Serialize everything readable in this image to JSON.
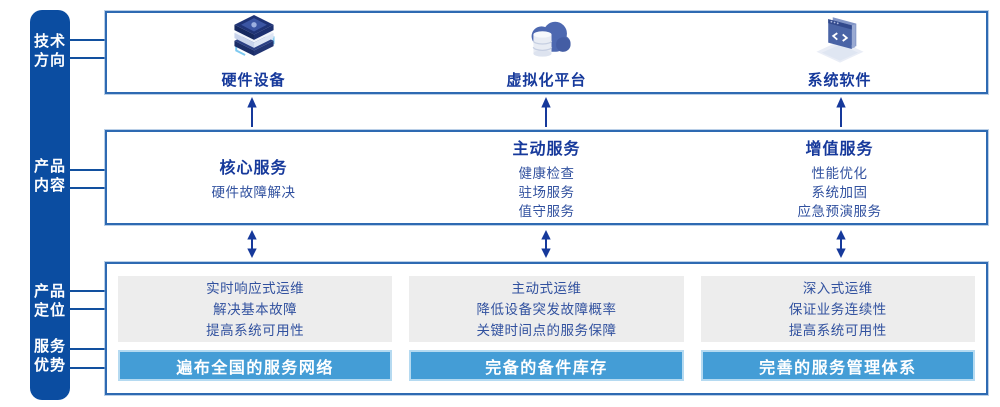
{
  "colors": {
    "sidebar_blue": "#0b4da1",
    "panel_border_blue": "#2e6ab2",
    "heading_navy": "#16399b",
    "body_navy": "#31519f",
    "panel_gray": "#ededed",
    "advantage_bar_blue": "#449dd6",
    "advantage_bar_border": "#b5daf1",
    "arrow_navy": "#16399b"
  },
  "sidebar": {
    "items": [
      {
        "lines": [
          "技术",
          "方向"
        ]
      },
      {
        "lines": [
          "产品",
          "内容"
        ]
      },
      {
        "lines": [
          "产品",
          "定位"
        ]
      },
      {
        "lines": [
          "服务",
          "优势"
        ]
      }
    ]
  },
  "tech_row": {
    "columns": [
      {
        "icon": "server-stack-icon",
        "label": "硬件设备"
      },
      {
        "icon": "cloud-database-icon",
        "label": "虚拟化平台"
      },
      {
        "icon": "code-window-icon",
        "label": "系统软件"
      }
    ]
  },
  "content_row": {
    "columns": [
      {
        "title": "核心服务",
        "items": [
          "硬件故障解决"
        ]
      },
      {
        "title": "主动服务",
        "items": [
          "健康检查",
          "驻场服务",
          "值守服务"
        ]
      },
      {
        "title": "增值服务",
        "items": [
          "性能优化",
          "系统加固",
          "应急预演服务"
        ]
      }
    ]
  },
  "bottom_row": {
    "columns": [
      {
        "positioning_lines": [
          "实时响应式运维",
          "解决基本故障",
          "提高系统可用性"
        ],
        "advantage": "遍布全国的服务网络"
      },
      {
        "positioning_lines": [
          "主动式运维",
          "降低设备突发故障概率",
          "关键时间点的服务保障"
        ],
        "advantage": "完备的备件库存"
      },
      {
        "positioning_lines": [
          "深入式运维",
          "保证业务连续性",
          "提高系统可用性"
        ],
        "advantage": "完善的服务管理体系"
      }
    ]
  }
}
